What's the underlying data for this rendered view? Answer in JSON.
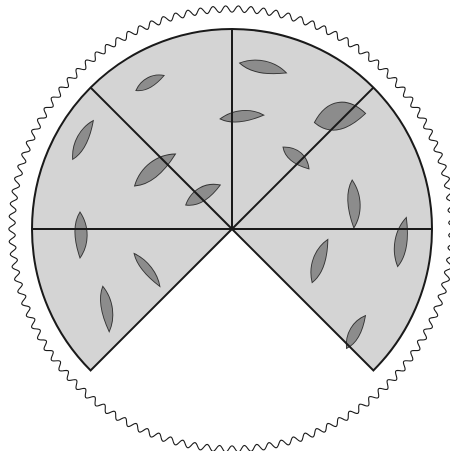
{
  "figure": {
    "description_free": true,
    "total_slices": 8,
    "remaining_slices": 6,
    "missing_slices": 2,
    "colors": {
      "filling": "#d4d4d4",
      "topping": "#8c8c8c",
      "outline": "#1a1a1a",
      "crust": "#ffffff"
    },
    "icons": {
      "pie": "pie-icon",
      "topping": "leaf-icon"
    }
  }
}
